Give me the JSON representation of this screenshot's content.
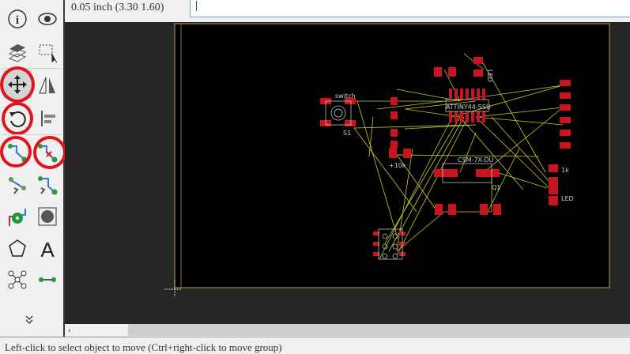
{
  "topbar": {
    "coordinate": "0.05 inch (3.30 1.60)",
    "command_value": ""
  },
  "toolbar": {
    "more_label": "»",
    "items": [
      "info",
      "show",
      "layers",
      "select",
      "move",
      "mirror",
      "rotate",
      "align",
      "route",
      "ripup",
      "route-diff",
      "meander",
      "via",
      "hole",
      "polygon",
      "text",
      "net-split",
      "wire"
    ]
  },
  "board": {
    "labels": {
      "switch": "switch",
      "s1": "S1",
      "mcu": "ATTINY44-SSU",
      "crystal": "CSM-7X-DU",
      "q1": "Q1",
      "r2_val": "+10k",
      "r3_val": "1k",
      "led2_val": "LED",
      "led1_val": "LED"
    },
    "colors": {
      "pad": "#c8141e",
      "airwire": "#c8c830",
      "outline": "#bdbdbd",
      "board_edge": "#b8a040"
    }
  },
  "status": {
    "text": "Left-click to select object to move (Ctrl+right-click to move group)"
  }
}
